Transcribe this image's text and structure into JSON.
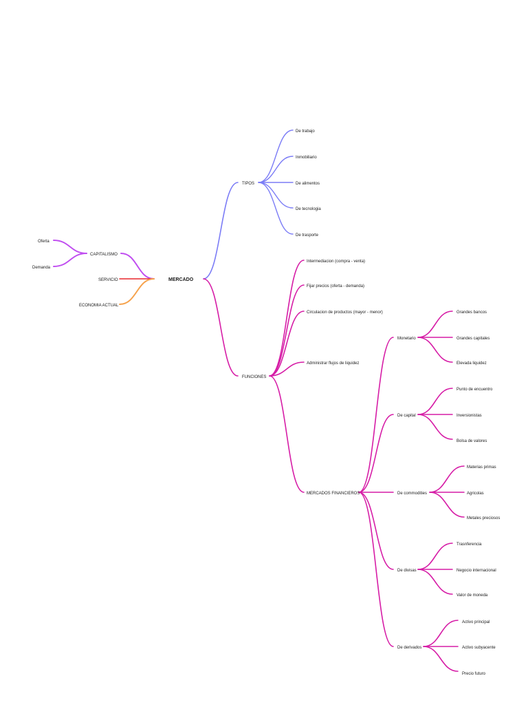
{
  "colors": {
    "blue": "#7b7cf6",
    "magenta": "#d61ca6",
    "violet": "#c04ef0",
    "red": "#e8262b",
    "orange": "#f6a24c"
  },
  "mindmap": {
    "root": "MERCADO",
    "left": {
      "capitalismo": "CAPITALISMO",
      "oferta": "Oferta",
      "demanda": "Demanda",
      "servicio": "SERVICIO",
      "economia_actual": "ECONOMIA ACTUAL"
    },
    "tipos": {
      "label": "TIPOS",
      "items": [
        "De trabajo",
        "Inmobiliario",
        "De alimentos",
        "De tecnologia",
        "De trasporte"
      ]
    },
    "funciones": {
      "label": "FUNCIONES",
      "items": [
        "Intermediacion (compra - venta)",
        "Fijar precios (oferta - demanda)",
        "Circulacion de productos (mayor - menor)",
        "Administrar flujos de liquidez"
      ]
    },
    "mercados_financieros": {
      "label": "MERCADOS FINANCIEROS",
      "groups": [
        {
          "label": "Monetario",
          "items": [
            "Grandes bancos",
            "Grandes capitales",
            "Elevada liquidez"
          ]
        },
        {
          "label": "De capital",
          "items": [
            "Punto de encuentro",
            "Inversionistas",
            "Bolsa de valores"
          ]
        },
        {
          "label": "De commodities",
          "items": [
            "Materias primas",
            "Agricolas",
            "Metales preciosos"
          ]
        },
        {
          "label": "De divisas",
          "items": [
            "Trasnferencia",
            "Negocio internacional",
            "Valor de moneda"
          ]
        },
        {
          "label": "De derivados",
          "items": [
            "Activo principal",
            "Activo subyacente",
            "Precio futuro"
          ]
        }
      ]
    }
  }
}
